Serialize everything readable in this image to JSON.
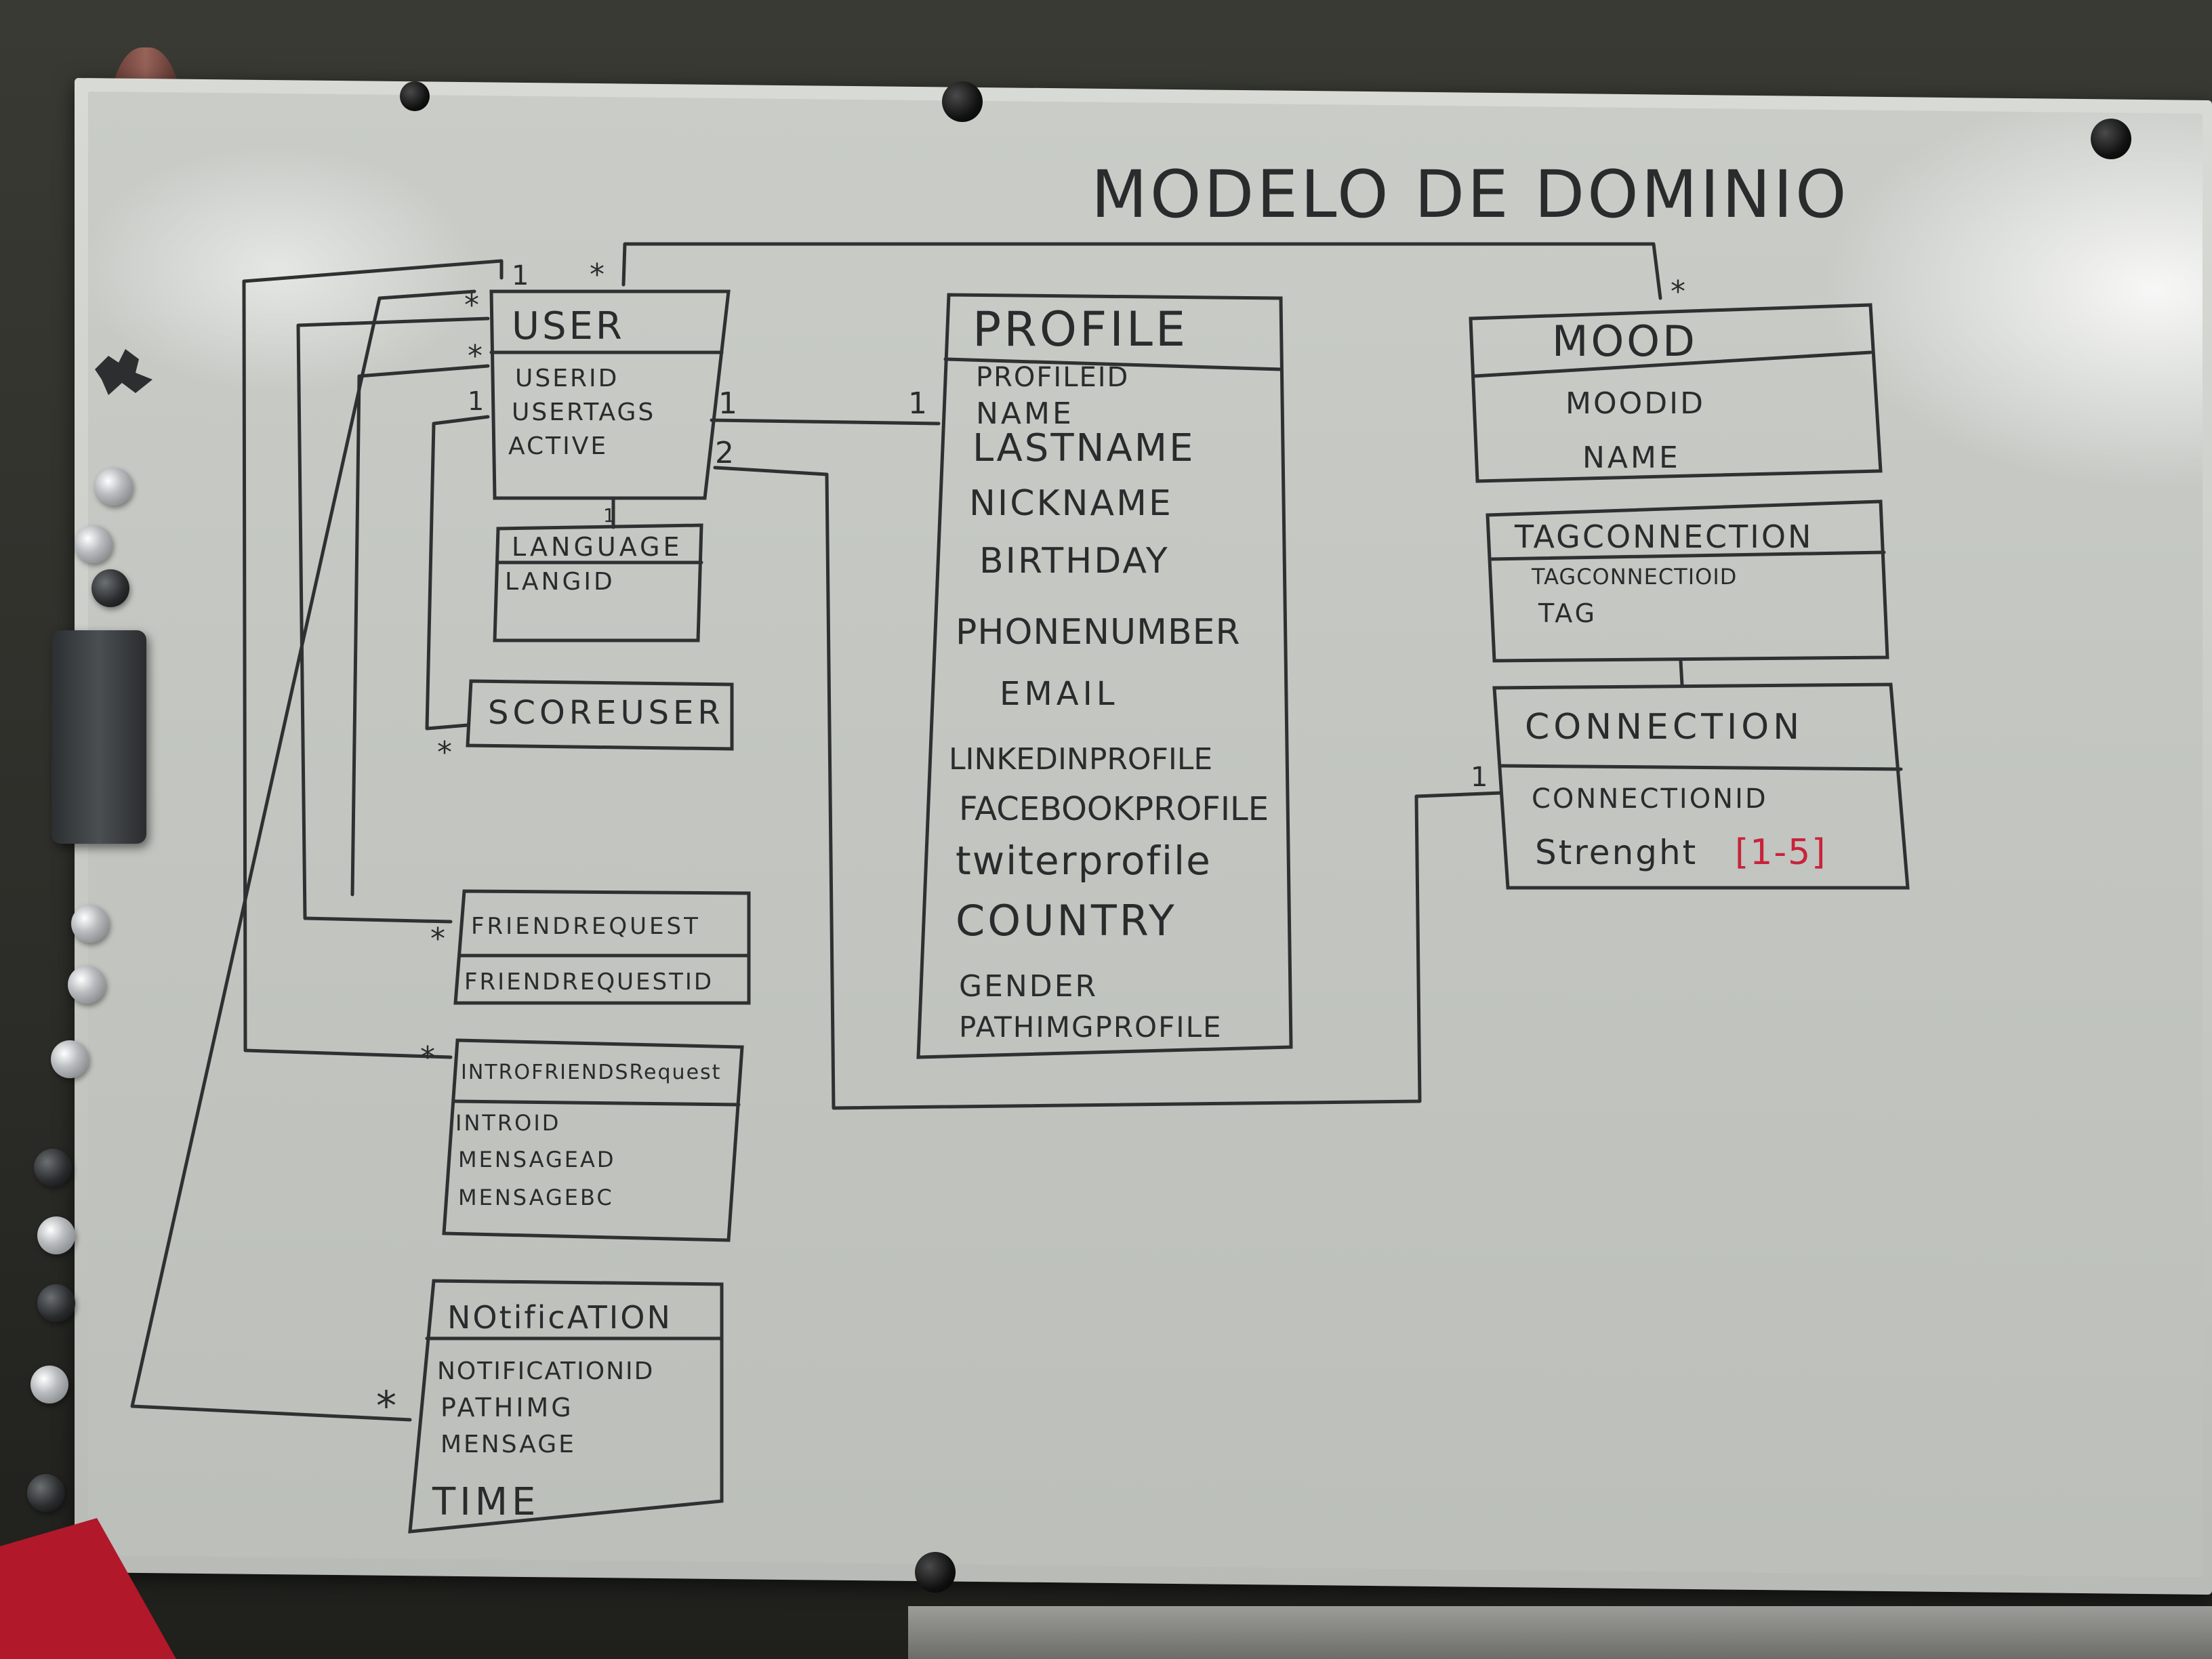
{
  "title": "MODELO DE DOMINIO",
  "entities": {
    "user": {
      "name": "USER",
      "attributes": [
        "USERID",
        "USERTAGS",
        "ACTIVE"
      ]
    },
    "language": {
      "name": "LANGUAGE",
      "attributes": [
        "LANGID"
      ]
    },
    "scoreuser": {
      "name": "SCOREUSER",
      "attributes": []
    },
    "friendrequest": {
      "name": "FRIENDREQUEST",
      "attributes": [
        "FRIENDREQUESTID"
      ]
    },
    "introfriendsrequest": {
      "name": "INTROFRIENDSRequest",
      "attributes": [
        "INTROID",
        "MENSAGEAD",
        "MENSAGEBC"
      ]
    },
    "notification": {
      "name": "NOtificATION",
      "attributes": [
        "NOTIFICATIONID",
        "PATHIMG",
        "MENSAGE",
        "TIME"
      ]
    },
    "profile": {
      "name": "PROFILE",
      "attributes": [
        "PROFILEID",
        "NAME",
        "LASTNAME",
        "NICKNAME",
        "BIRTHDAY",
        "PHONENUMBER",
        "EMAIL",
        "LINKEDINPROFILE",
        "FACEBOOKPROFILE",
        "twiterprofile",
        "COUNTRY",
        "GENDER",
        "PATHIMGPROFILE"
      ]
    },
    "mood": {
      "name": "MOOD",
      "attributes": [
        "MOODID",
        "NAME"
      ]
    },
    "tagconnection": {
      "name": "TAGCONNECTION",
      "attributes": [
        "TAGCONNECTIOID",
        "TAG"
      ]
    },
    "connection": {
      "name": "CONNECTION",
      "attributes": [
        "CONNECTIONID",
        "Strenght"
      ],
      "range_label": "[1-5]"
    }
  },
  "multiplicities": {
    "one": "1",
    "two": "2",
    "many": "*"
  },
  "colors": {
    "ink": "#2f3031",
    "red_marker": "#c8233a",
    "board": "#c6c9c4"
  }
}
